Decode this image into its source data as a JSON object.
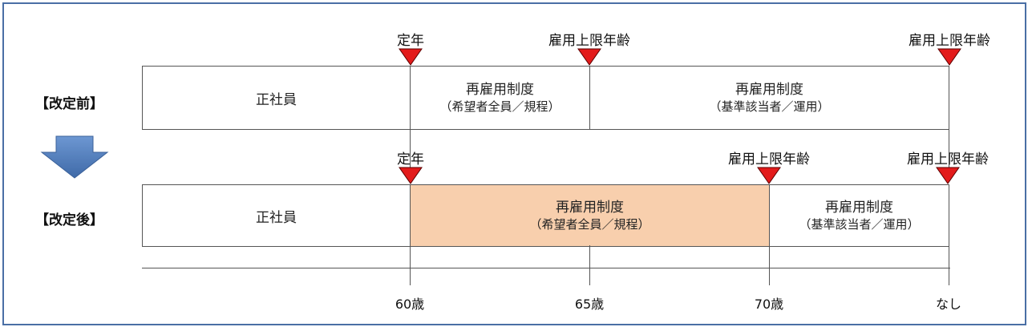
{
  "rows": {
    "before": {
      "label": "【改定前】",
      "segments": [
        {
          "main": "正社員",
          "sub": ""
        },
        {
          "main": "再雇用制度",
          "sub": "（希望者全員／規程）"
        },
        {
          "main": "再雇用制度",
          "sub": "（基準該当者／運用）"
        }
      ],
      "markers": [
        "定年",
        "雇用上限年齢",
        "雇用上限年齢"
      ]
    },
    "after": {
      "label": "【改定後】",
      "segments": [
        {
          "main": "正社員",
          "sub": ""
        },
        {
          "main": "再雇用制度",
          "sub": "（希望者全員／規程）"
        },
        {
          "main": "再雇用制度",
          "sub": "（基準該当者／運用）"
        }
      ],
      "markers": [
        "定年",
        "雇用上限年齢",
        "雇用上限年齢"
      ]
    }
  },
  "axis": {
    "labels": [
      "60歳",
      "65歳",
      "70歳",
      "なし"
    ]
  },
  "colors": {
    "frame": "#4a6fa5",
    "highlight": "#f8cfad",
    "marker": "#e31b1b",
    "arrow": "#4a78b8"
  }
}
